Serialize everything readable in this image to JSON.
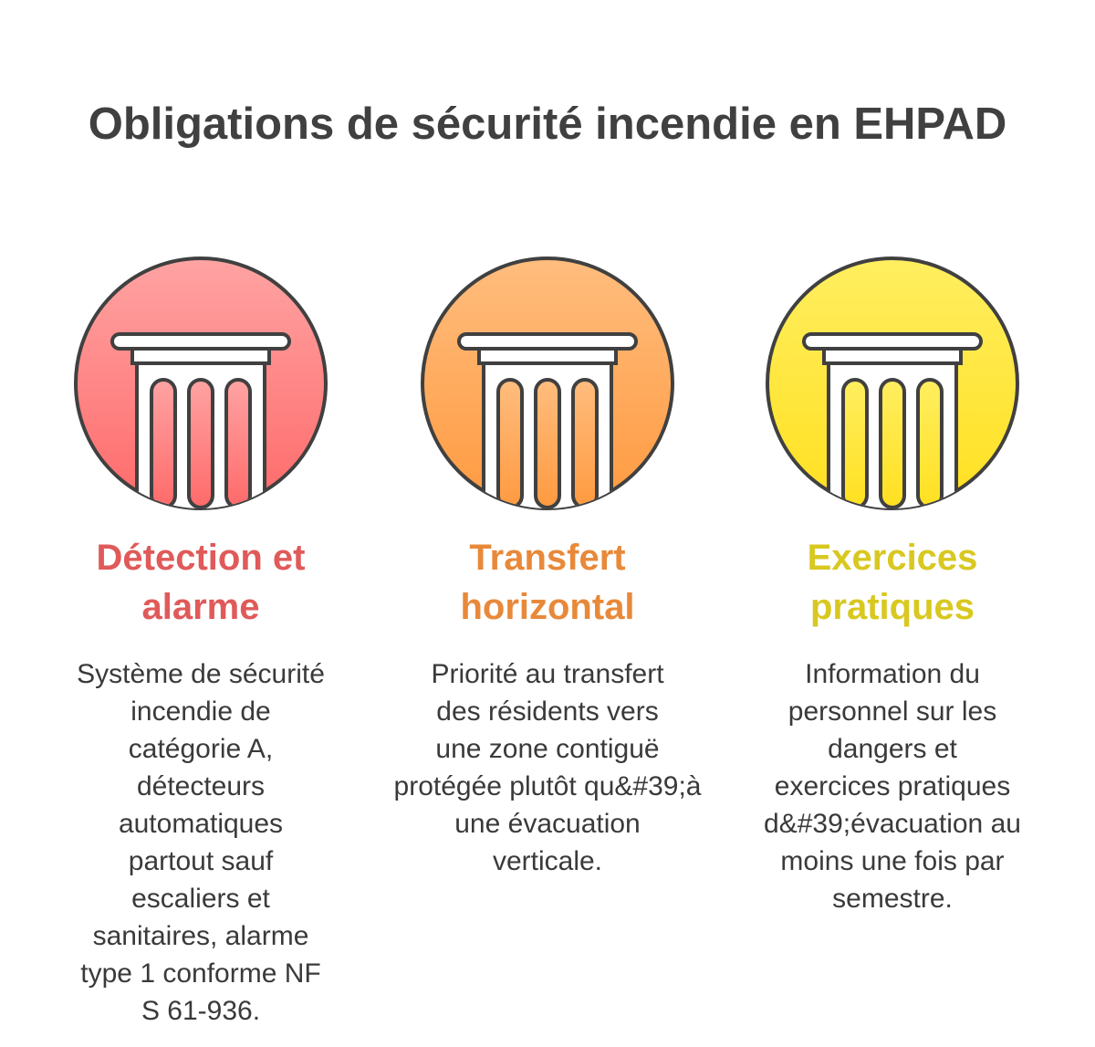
{
  "title": "Obligations de sécurité incendie en EHPAD",
  "pillars": [
    {
      "icon": "pillar-column-icon",
      "heading_line1": "Détection et",
      "heading_line2": "alarme",
      "heading_color": "#e05a5a",
      "gradient_top": "#ffa3a3",
      "gradient_bottom": "#ff6a6a",
      "text_lines": [
        "Système de sécurité",
        "incendie de",
        "catégorie A,",
        "détecteurs",
        "automatiques",
        "partout sauf",
        "escaliers et",
        "sanitaires, alarme",
        "type 1 conforme NF",
        "S 61-936."
      ]
    },
    {
      "icon": "pillar-column-icon",
      "heading_line1": "Transfert",
      "heading_line2": "horizontal",
      "heading_color": "#e8893a",
      "gradient_top": "#ffbd7e",
      "gradient_bottom": "#ff9a40",
      "text_lines": [
        "Priorité au transfert",
        "des résidents vers",
        "une zone contiguë",
        "protégée plutôt qu&#39;à",
        "une évacuation",
        "verticale."
      ]
    },
    {
      "icon": "pillar-column-icon",
      "heading_line1": "Exercices",
      "heading_line2": "pratiques",
      "heading_color": "#d8c820",
      "gradient_top": "#ffee60",
      "gradient_bottom": "#ffe020",
      "text_lines": [
        "Information du",
        "personnel sur les",
        "dangers et",
        "exercices pratiques",
        "d&#39;évacuation au",
        "moins une fois par",
        "semestre."
      ]
    }
  ]
}
